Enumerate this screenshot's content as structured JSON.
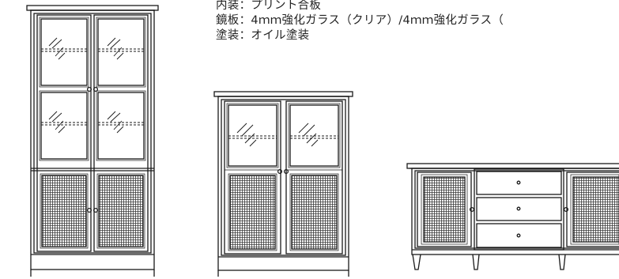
{
  "specs": [
    {
      "label": "内装",
      "sep": "：",
      "value": "プリント合板"
    },
    {
      "label": "鏡板",
      "sep": "：",
      "value": "4ｍｍ強化ガラス（クリア）/4ｍｍ強化ガラス（"
    },
    {
      "label": "塗装",
      "sep": "：",
      "value": "オイル塗装"
    }
  ],
  "colors": {
    "line": "#1a1a1a",
    "background": "#ffffff"
  }
}
